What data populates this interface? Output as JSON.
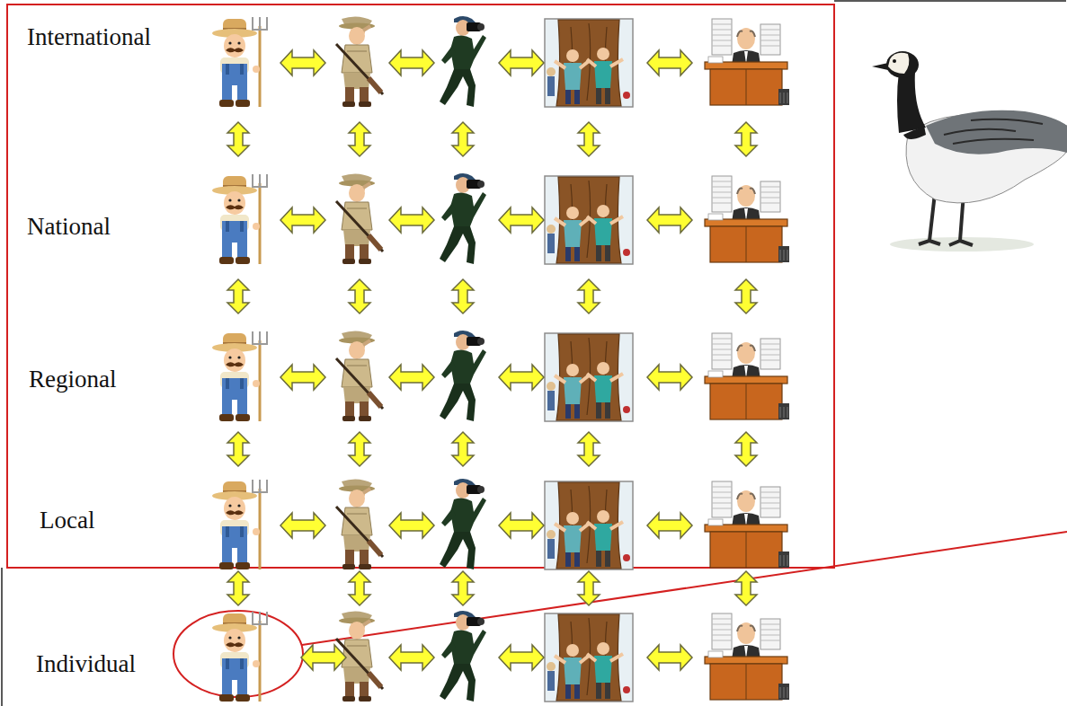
{
  "diagram": {
    "labels": [
      "International",
      "National",
      "Regional",
      "Local",
      "Individual"
    ]
  }
}
